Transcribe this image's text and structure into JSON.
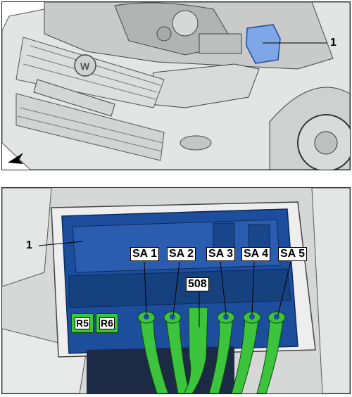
{
  "top_view": {
    "callout_number": "1"
  },
  "fuse_box_view": {
    "callout_number": "1",
    "fuse_labels": [
      "SA 1",
      "SA 2",
      "SA 3",
      "SA 4",
      "SA 5"
    ],
    "connector_label": "508",
    "relay_labels": [
      "R5",
      "R6"
    ]
  },
  "colors": {
    "fuse_box": "#1d4e9e",
    "fuses": "#3cc43c",
    "body": "#e9eaea"
  },
  "icons": [
    "arrow-pointer-icon"
  ]
}
